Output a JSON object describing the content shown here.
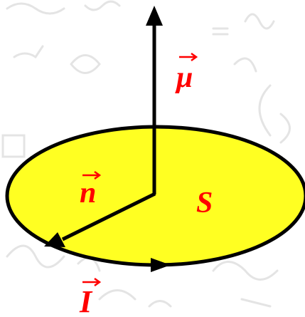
{
  "labels": {
    "mu": "μ",
    "n": "n",
    "S": "S",
    "I": "I"
  },
  "colors": {
    "disk_fill": "#ffff22",
    "disk_stroke": "#000000",
    "label": "#ff0000",
    "arrow": "#000000",
    "watermark": "#e6e6e6"
  }
}
